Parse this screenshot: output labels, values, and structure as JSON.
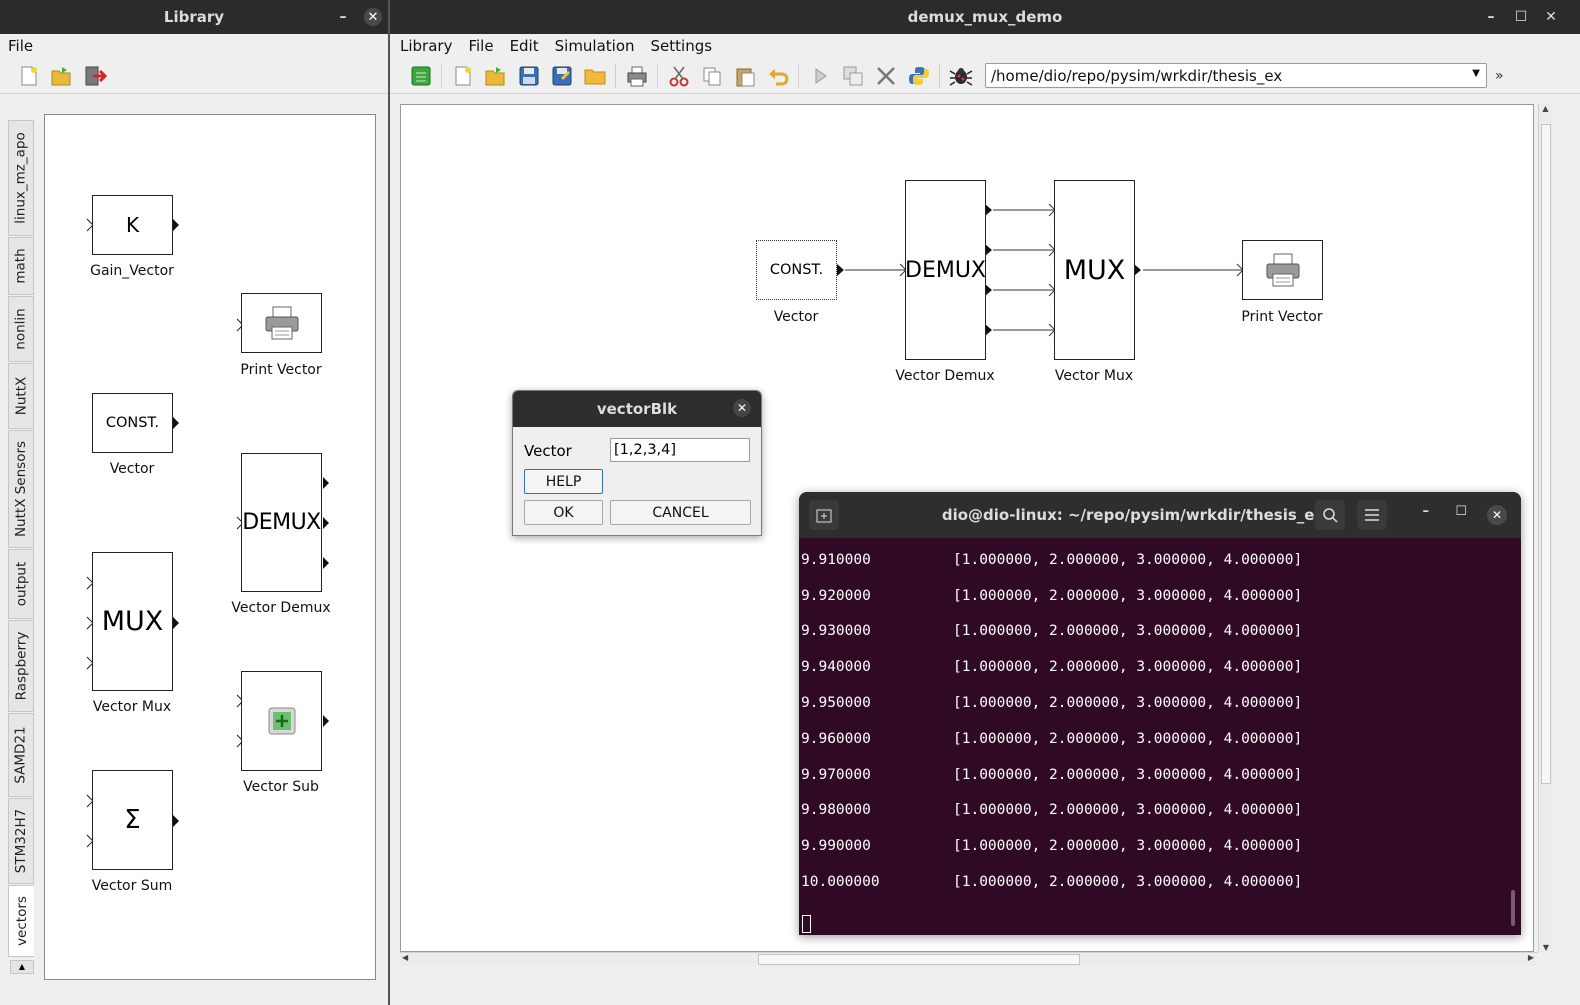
{
  "library_window": {
    "title": "Library",
    "menu": [
      "File"
    ],
    "tabs": [
      "linux_mz_apo",
      "math",
      "nonlin",
      "NuttX",
      "NuttX Sensors",
      "output",
      "Raspberry",
      "SAMD21",
      "STM32H7",
      "vectors"
    ],
    "active_tab": "vectors",
    "blocks": {
      "gain_vector": {
        "symbol": "K",
        "label": "Gain_Vector"
      },
      "print_vector": {
        "label": "Print Vector"
      },
      "vector_const": {
        "symbol": "CONST.",
        "label": "Vector"
      },
      "vector_demux": {
        "symbol": "DEMUX",
        "label": "Vector Demux"
      },
      "vector_mux": {
        "symbol": "MUX",
        "label": "Vector Mux"
      },
      "vector_sub": {
        "label": "Vector Sub"
      },
      "vector_sum": {
        "symbol": "Σ",
        "label": "Vector Sum"
      }
    }
  },
  "main_window": {
    "title": "demux_mux_demo",
    "menu": [
      "Library",
      "File",
      "Edit",
      "Simulation",
      "Settings"
    ],
    "path": "/home/dio/repo/pysim/wrkdir/thesis_ex",
    "diagram": {
      "const": {
        "symbol": "CONST.",
        "label": "Vector"
      },
      "demux": {
        "symbol": "DEMUX",
        "label": "Vector Demux"
      },
      "mux": {
        "symbol": "MUX",
        "label": "Vector Mux"
      },
      "print": {
        "label": "Print Vector"
      }
    }
  },
  "dialog": {
    "title": "vectorBlk",
    "field_label": "Vector",
    "field_value": "[1,2,3,4]",
    "help": "HELP",
    "ok": "OK",
    "cancel": "CANCEL"
  },
  "terminal": {
    "title": "dio@dio-linux: ~/repo/pysim/wrkdir/thesis_ex",
    "rows": [
      {
        "t": "9.910000",
        "v": "[1.000000, 2.000000, 3.000000, 4.000000]"
      },
      {
        "t": "9.920000",
        "v": "[1.000000, 2.000000, 3.000000, 4.000000]"
      },
      {
        "t": "9.930000",
        "v": "[1.000000, 2.000000, 3.000000, 4.000000]"
      },
      {
        "t": "9.940000",
        "v": "[1.000000, 2.000000, 3.000000, 4.000000]"
      },
      {
        "t": "9.950000",
        "v": "[1.000000, 2.000000, 3.000000, 4.000000]"
      },
      {
        "t": "9.960000",
        "v": "[1.000000, 2.000000, 3.000000, 4.000000]"
      },
      {
        "t": "9.970000",
        "v": "[1.000000, 2.000000, 3.000000, 4.000000]"
      },
      {
        "t": "9.980000",
        "v": "[1.000000, 2.000000, 3.000000, 4.000000]"
      },
      {
        "t": "9.990000",
        "v": "[1.000000, 2.000000, 3.000000, 4.000000]"
      },
      {
        "t": "10.000000",
        "v": "[1.000000, 2.000000, 3.000000, 4.000000]"
      }
    ]
  }
}
